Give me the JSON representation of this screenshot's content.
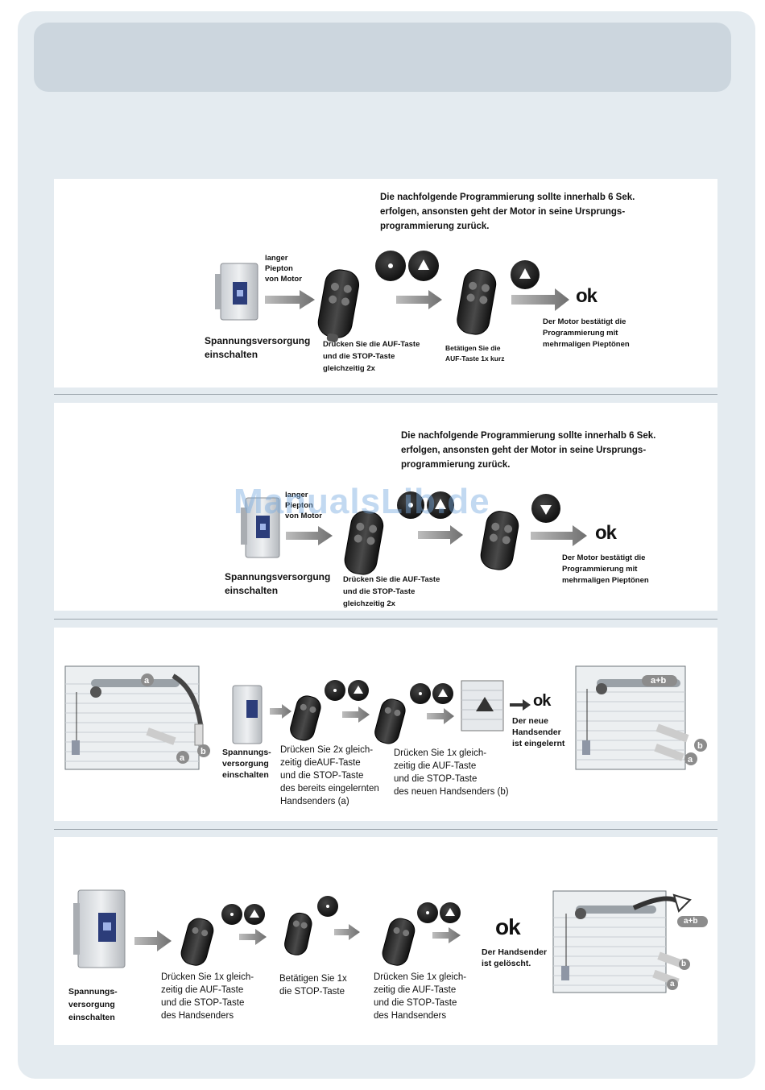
{
  "watermark": "ManualsLib.de",
  "panel1": {
    "note": [
      "Die nachfolgende Programmierung sollte innerhalb 6 Sek.",
      "erfolgen, ansonsten geht der Motor in seine Ursprungs-",
      "programmierung zurück."
    ],
    "beep_label": [
      "langer",
      "Piepton",
      "von Motor"
    ],
    "power_label": [
      "Spannungsversorgung",
      "einschalten"
    ],
    "step1": [
      "Drücken Sie die AUF-Taste",
      "und die STOP-Taste",
      "gleichzeitig  2x"
    ],
    "step2": [
      "Betätigen Sie die",
      "AUF-Taste 1x kurz"
    ],
    "ok": "ok",
    "confirm": [
      "Der Motor bestätigt die",
      "Programmierung mit",
      "mehrmaligen Pieptönen"
    ]
  },
  "panel2": {
    "note": [
      "Die nachfolgende Programmierung sollte innerhalb 6 Sek.",
      "erfolgen, ansonsten geht der Motor in seine Ursprungs-",
      "programmierung zurück."
    ],
    "beep_label": [
      "langer",
      "Piepton",
      "von Motor"
    ],
    "power_label": [
      "Spannungsversorgung",
      "einschalten"
    ],
    "step1": [
      "Drücken Sie die AUF-Taste",
      "und die STOP-Taste",
      "gleichzeitig  2x"
    ],
    "ok": "ok",
    "confirm": [
      "Der Motor bestätigt die",
      "Programmierung mit",
      "mehrmaligen Pieptönen"
    ]
  },
  "panel3": {
    "power_label": [
      "Spannungs-",
      "versorgung",
      "einschalten"
    ],
    "step1": [
      "Drücken Sie 2x gleich-",
      "zeitig dieAUF-Taste",
      "und die STOP-Taste",
      "des bereits eingelernten",
      "Handsenders (a)"
    ],
    "step2": [
      "Drücken Sie 1x gleich-",
      "zeitig die AUF-Taste",
      "und die STOP-Taste",
      "des neuen Handsenders (b)"
    ],
    "ok": "ok",
    "result": [
      "Der neue",
      "Handsender",
      "ist eingelernt"
    ],
    "label_a": "a",
    "label_b": "b",
    "label_ab": "a+b"
  },
  "panel4": {
    "power_label": [
      "Spannungs-",
      "versorgung",
      "einschalten"
    ],
    "step1": [
      "Drücken Sie 1x gleich-",
      "zeitig die AUF-Taste",
      "und die STOP-Taste",
      "des Handsenders"
    ],
    "step2": [
      "Betätigen Sie 1x",
      "die STOP-Taste"
    ],
    "step3": [
      "Drücken Sie 1x gleich-",
      "zeitig die AUF-Taste",
      "und die STOP-Taste",
      "des Handsenders"
    ],
    "ok": "ok",
    "result": [
      "Der Handsender",
      "ist gelöscht."
    ],
    "label_a": "a",
    "label_b": "b",
    "label_ab": "a+b"
  }
}
